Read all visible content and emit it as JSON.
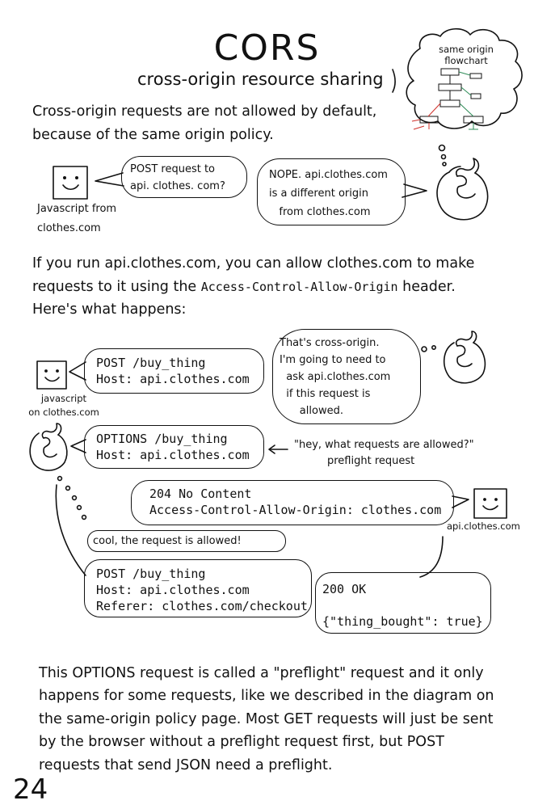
{
  "header": {
    "title": "CORS",
    "subtitle": "cross-origin resource sharing",
    "flowchart_label": "same origin\nflowchart"
  },
  "intro": {
    "line1": "Cross-origin requests are not allowed by default,",
    "line2": "because of the same origin policy."
  },
  "scene1": {
    "js_label_1": "Javascript from",
    "js_label_2": "clothes.com",
    "request_bubble": "POST request to\napi. clothes. com?",
    "browser_bubble": "NOPE. api.clothes.com\nis a different origin\n   from clothes.com"
  },
  "middle": {
    "line1": "If you run api.clothes.com, you can allow clothes.com to make",
    "line2_pre": "requests to it using the ",
    "line2_code": "Access-Control-Allow-Origin",
    "line2_post": " header.",
    "line3": "Here's what happens:"
  },
  "scene2": {
    "js_label": "javascript\non clothes.com",
    "post_request": "POST /buy_thing\nHost: api.clothes.com",
    "thought": "That's cross-origin.\nI'm going to need to\n  ask api.clothes.com\n  if this request is\n      allowed.",
    "options_request": "OPTIONS /buy_thing\nHost: api.clothes.com",
    "options_note_1": "\"hey, what requests are allowed?\"",
    "options_note_2": "preflight request",
    "response_204": "204 No Content\nAccess-Control-Allow-Origin: clothes.com",
    "server_label": "api.clothes.com",
    "allowed_note": "cool, the request is allowed!",
    "final_post": "POST /buy_thing\nHost: api.clothes.com\nReferer: clothes.com/checkout",
    "response_200": "200 OK\n\n{\"thing_bought\": true}"
  },
  "footer": {
    "line1": "This OPTIONS request is called a \"preflight\" request and it only",
    "line2": "happens for some requests, like we described in the diagram on",
    "line3": "the same-origin policy page. Most GET requests will just be sent",
    "line4": "by the browser without a preflight request first, but POST",
    "line5": "requests that send JSON need a preflight.",
    "page_number": "24"
  },
  "colors": {
    "ink": "#111111",
    "flowchart_red": "#d0302a",
    "flowchart_green": "#2e8b57"
  }
}
